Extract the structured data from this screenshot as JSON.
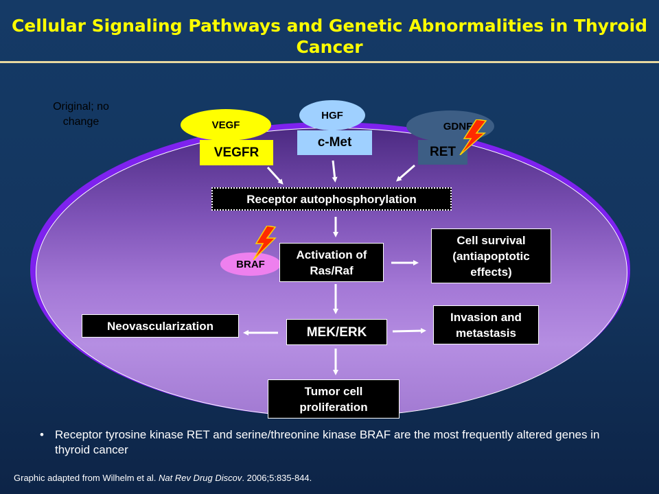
{
  "title": "Cellular Signaling Pathways and Genetic Abnormalities in Thyroid Cancer",
  "note": "Original; no change",
  "ligands": {
    "vegf": "VEGF",
    "hgf": "HGF",
    "gdnf": "GDNF"
  },
  "receptors": {
    "vegfr": "VEGFR",
    "cmet": "c-Met",
    "ret": "RET"
  },
  "nodes": {
    "autophos": "Receptor autophosphorylation",
    "braf": "BRAF",
    "activation": "Activation of\nRas/Raf",
    "cell_survival": "Cell survival\n(antiapoptotic\neffects)",
    "mek_erk": "MEK/ERK",
    "neovasc": "Neovascularization",
    "invasion": "Invasion and\nmetastasis",
    "tumor": "Tumor cell\nproliferation"
  },
  "bullet": "Receptor tyrosine kinase RET and serine/threonine  kinase BRAF are the most frequently altered genes in thyroid cancer",
  "footer": {
    "prefix": "Graphic adapted from Wilhelm et al. ",
    "journal": "Nat Rev Drug Discov",
    "suffix": ". 2006;5:835-844."
  },
  "colors": {
    "title": "#ffff00",
    "vegf": "#ffff00",
    "hgf": "#9fd0ff",
    "gdnf": "#3d5e85",
    "braf": "#ee80ee",
    "membrane": "#7e22ee",
    "lightning": "#ff2a00"
  }
}
